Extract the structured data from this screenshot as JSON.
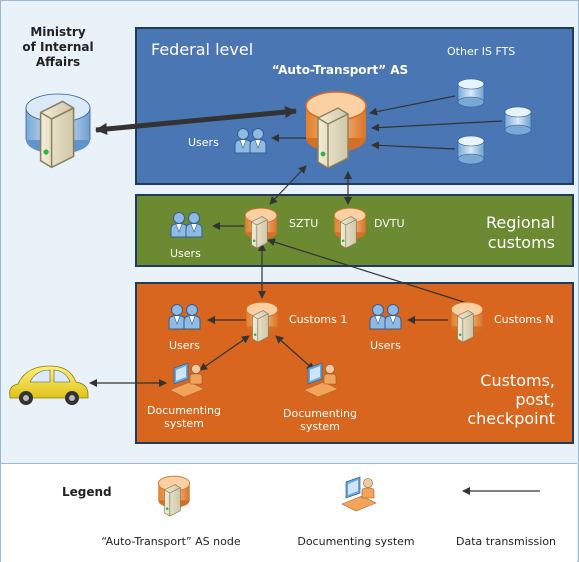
{
  "labels": {
    "ministry": [
      "Ministry",
      "of Internal",
      "Affairs"
    ],
    "federal_level": "Federal level",
    "auto_transport_as": "“Auto-Transport” AS",
    "other_is_fts": "Other IS FTS",
    "users": "Users",
    "sztu": "SZTU",
    "dvtu": "DVTU",
    "regional_customs": [
      "Regional",
      "customs"
    ],
    "customs_1": "Customs 1",
    "customs_n": "Customs N",
    "documenting_system": [
      "Documenting",
      "system"
    ],
    "customs_post_checkpoint": [
      "Customs,",
      "post,",
      "checkpoint"
    ]
  },
  "legend": {
    "title": "Legend",
    "node": "“Auto-Transport” AS node",
    "documenting": "Documenting system",
    "transmission": "Data transmission"
  },
  "colors": {
    "federal": "#4a77b4",
    "regional": "#6b8a32",
    "customs": "#d8661e",
    "border": "#1f3b5e",
    "node_orange": "#f09a48",
    "db_blue": "#8fb9df"
  }
}
